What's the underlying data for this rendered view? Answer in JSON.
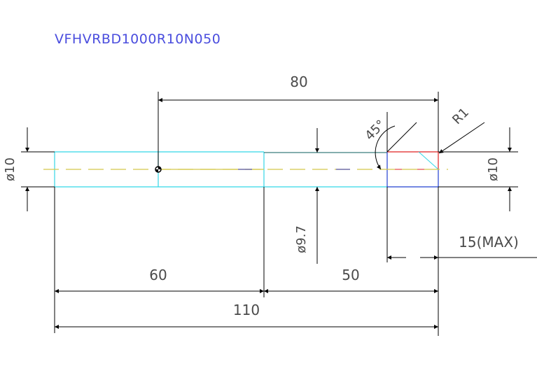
{
  "title": "VFHVRBD1000R10N050",
  "dimensions": {
    "top_length": "80",
    "diameter_left": "ø10",
    "diameter_right": "ø10",
    "diameter_neck": "ø9.7",
    "chamfer_angle": "45°",
    "radius": "R1",
    "max_length": "15(MAX)",
    "shank_length": "60",
    "neck_length": "50",
    "overall_length": "110"
  },
  "colors": {
    "title": "#4a4dde",
    "dimension_line": "#000000",
    "dimension_text": "#4a4a4a",
    "shank_outline": "#33d6e6",
    "centerline": "#d4c84a",
    "tip_red": "#e02020",
    "tip_blue": "#2040d0"
  }
}
